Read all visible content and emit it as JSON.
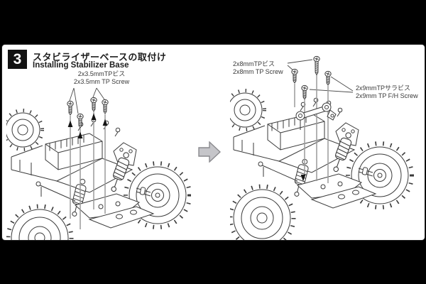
{
  "header": {
    "step": "3",
    "title_jp": "スタビライザーベースの取付け",
    "title_en": "Installing Stabilizer Base"
  },
  "callouts": {
    "left": {
      "jp": "2x3.5mmTPビス",
      "en": "2x3.5mm TP Screw"
    },
    "right_top": {
      "jp": "2x8mmTPビス",
      "en": "2x8mm TP Screw"
    },
    "right_side": {
      "jp": "2x9mmTPサラビス",
      "en": "2x9mm TP F/H Screw"
    }
  },
  "illustrations": {
    "left_description": "rear chassis with four 2x3.5mm TP screws and upward insertion arrows",
    "right_description": "rear chassis with stabilizer base part, 2x8mm and 2x9mm screws inserted downward",
    "step_arrow": "next-step-arrow"
  },
  "colors": {
    "background": "#000000",
    "page": "#ffffff",
    "line_art": "#3a3a3a",
    "guide_line": "#9a9a9a",
    "arrow_fill": "#c5c5c9",
    "arrow_stroke": "#8a8a8e",
    "step_box": "#121212",
    "step_text": "#ffffff"
  }
}
